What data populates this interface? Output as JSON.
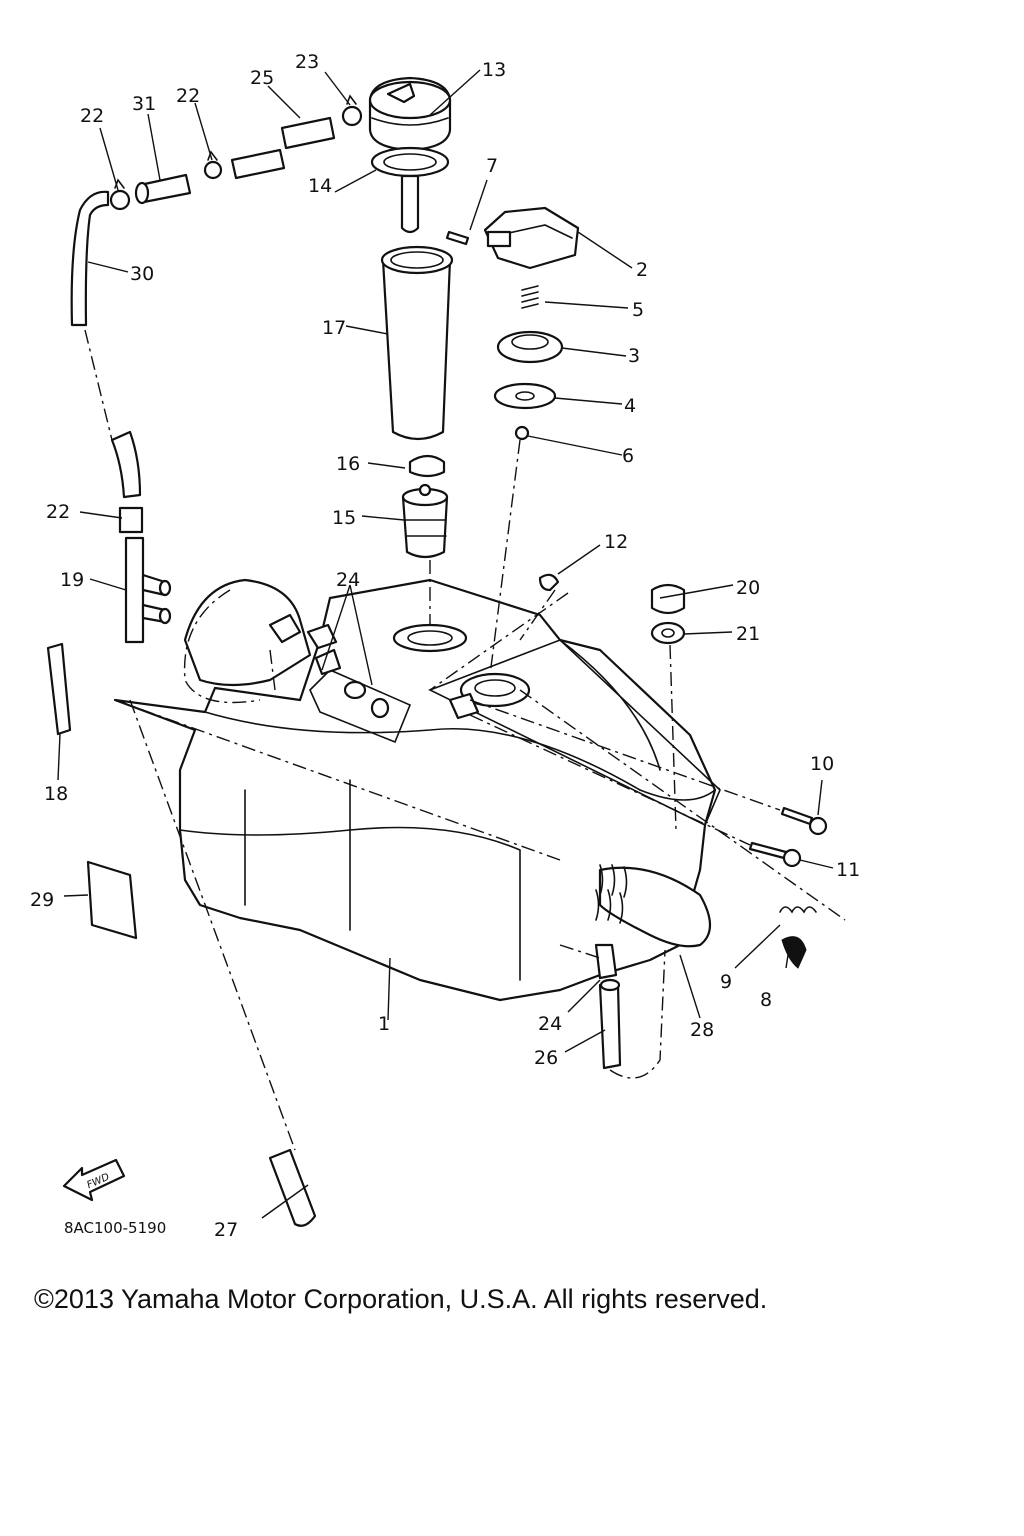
{
  "diagram": {
    "drawing_code": "8AC100-5190",
    "forward_marker": "FWD",
    "callouts": [
      "1",
      "2",
      "3",
      "4",
      "5",
      "6",
      "7",
      "8",
      "9",
      "10",
      "11",
      "12",
      "13",
      "14",
      "15",
      "16",
      "17",
      "18",
      "19",
      "20",
      "21",
      "22",
      "22",
      "22",
      "23",
      "24",
      "24",
      "25",
      "26",
      "27",
      "28",
      "29",
      "30",
      "31"
    ]
  },
  "footer": {
    "copyright": "©2013 Yamaha Motor Corporation, U.S.A. All rights reserved."
  }
}
